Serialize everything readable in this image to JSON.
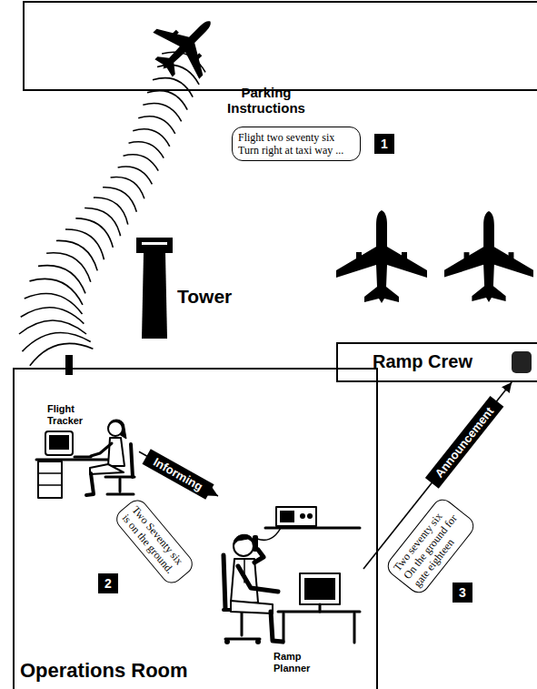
{
  "diagram": {
    "nodes": [
      {
        "text": [
          "Parking Instructions",
          "Flight two seventy six Turn right at taxi way ..."
        ]
      },
      {
        "text": [
          "Tower"
        ]
      },
      {
        "text": [
          "Ramp Crew"
        ]
      },
      {
        "text": [
          "Operations Room"
        ]
      },
      {
        "text": [
          "Flight Tracker"
        ],
        "in": 3
      },
      {
        "text": [
          "Two Seventy six is on the ground."
        ],
        "in": 3
      },
      {
        "text": [
          "Ramp Planner"
        ],
        "in": 3
      },
      {
        "text": [
          "Two seventy six On the ground for gate eighteen"
        ]
      }
    ],
    "edges": [
      {
        "from": 4,
        "to": 6,
        "label": "Informing",
        "arrow": "to"
      },
      {
        "from": 6,
        "to": 2,
        "label": "Announcement",
        "arrow": "to"
      }
    ],
    "labels": [
      "1",
      "2",
      "3"
    ]
  }
}
